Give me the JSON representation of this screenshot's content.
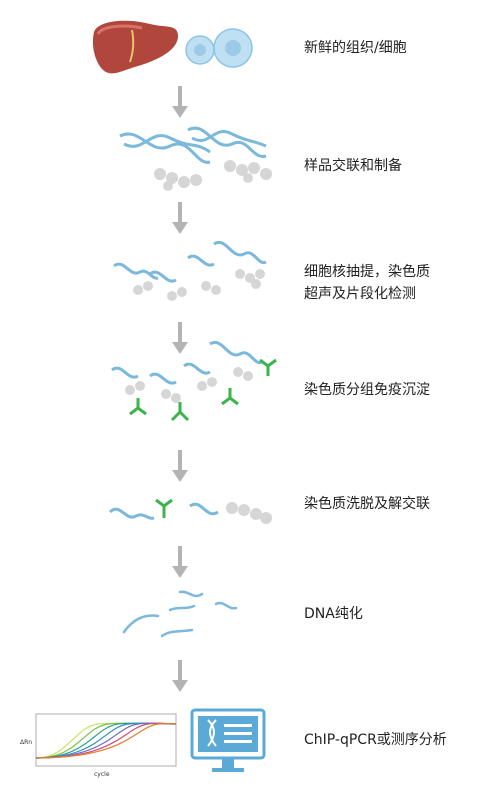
{
  "steps": [
    {
      "label": "新鲜的组织/细胞"
    },
    {
      "label": "样品交联和制备"
    },
    {
      "label_line1": "细胞核抽提，染色质",
      "label_line2": "超声及片段化检测"
    },
    {
      "label": "染色质分组免疫沉淀"
    },
    {
      "label": "染色质洗脱及解交联"
    },
    {
      "label": "DNA纯化"
    },
    {
      "label": "ChIP-qPCR或测序分析"
    }
  ],
  "qpcr_chart": {
    "ylabel": "ΔRn",
    "xlabel": "cycle"
  },
  "colors": {
    "dna": "#7ab8dc",
    "bead": "#d6d6d6",
    "antibody": "#3cb44b",
    "arrow": "#b3b3b3",
    "liver": "#b0463c",
    "cell": "#bfe0f3",
    "monitor": "#5aa9d6"
  }
}
